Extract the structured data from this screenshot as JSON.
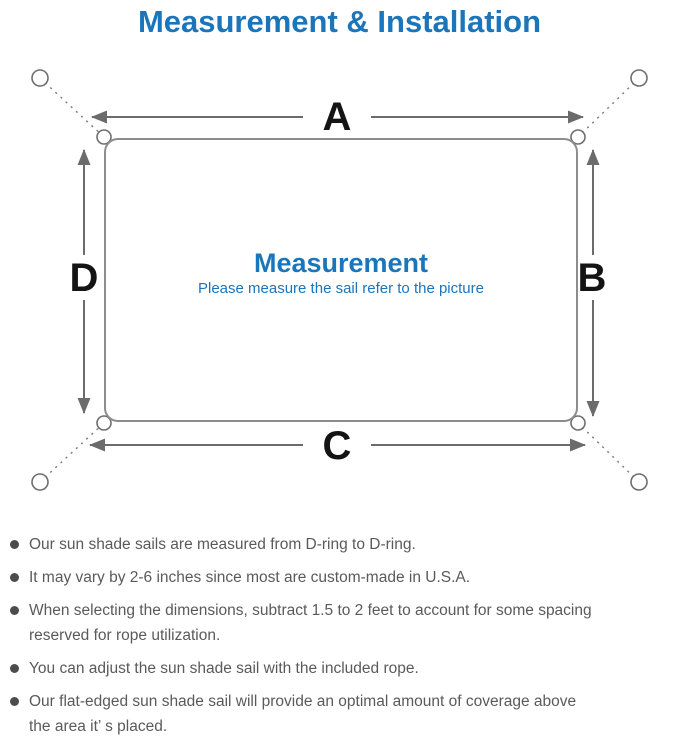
{
  "title": "Measurement & Installation",
  "colors": {
    "accent_blue": "#1b75bb",
    "line_gray": "#6b6b6b",
    "note_text_gray": "#5a5a5a"
  },
  "icons": {
    "anchor_ring": "circle-outline",
    "sail_corner_ring": "circle-outline",
    "bullet": "filled-circle",
    "dimension_arrow": "double-headed-arrow"
  },
  "diagram": {
    "dim_top": "A",
    "dim_right": "B",
    "dim_bottom": "C",
    "dim_left": "D",
    "center_title": "Measurement",
    "center_subtitle": "Please measure the sail refer to the picture"
  },
  "notes": {
    "items": [
      {
        "text": "Our sun shade sails are measured from D-ring to D-ring."
      },
      {
        "text": "It may vary by 2-6 inches since most are custom-made in U.S.A."
      },
      {
        "text": "When selecting the dimensions, subtract 1.5 to 2 feet to account for some spacing\nreserved for rope utilization."
      },
      {
        "text": "You can adjust the sun shade sail with the included rope."
      },
      {
        "text": "Our flat-edged sun shade sail will provide an optimal amount of coverage above\nthe area it’ s placed."
      }
    ]
  }
}
